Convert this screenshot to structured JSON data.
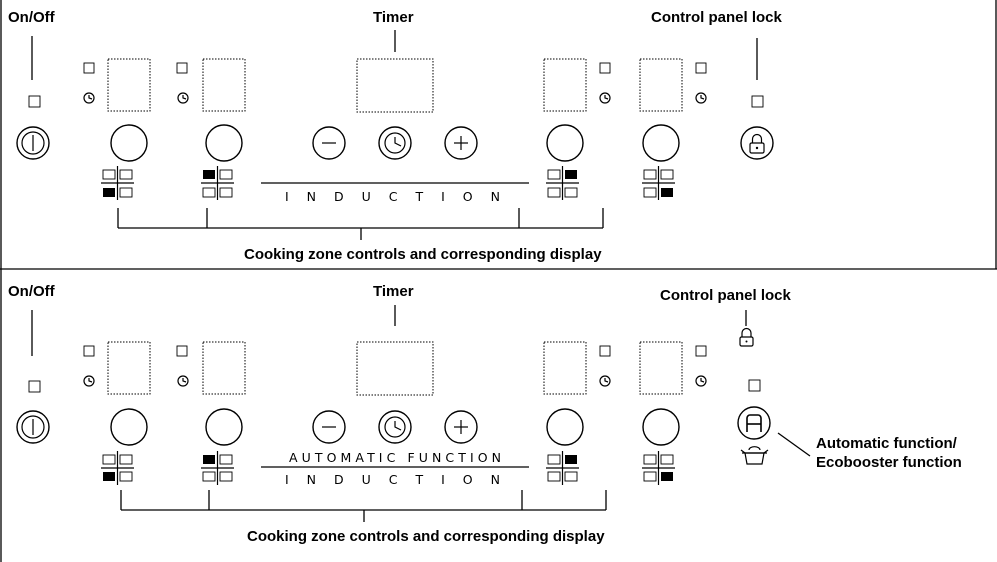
{
  "panels": [
    {
      "labels": {
        "on_off": "On/Off",
        "timer": "Timer",
        "lock": "Control panel lock",
        "zones": "Cooking zone controls and corresponding display"
      },
      "strip_text": [
        "INDUCTION"
      ]
    },
    {
      "labels": {
        "on_off": "On/Off",
        "timer": "Timer",
        "lock": "Control panel lock",
        "zones": "Cooking zone controls and corresponding display",
        "auto_line1": "Automatic function/",
        "auto_line2": "Ecobooster function"
      },
      "strip_text": [
        "AUTOMATIC FUNCTION",
        "INDUCTION"
      ]
    }
  ],
  "icons": {
    "power": "power-icon",
    "minus": "minus-icon",
    "clock": "clock-icon",
    "plus": "plus-icon",
    "lock": "lock-icon",
    "auto": "automatic-a-icon",
    "pot": "pot-icon"
  }
}
